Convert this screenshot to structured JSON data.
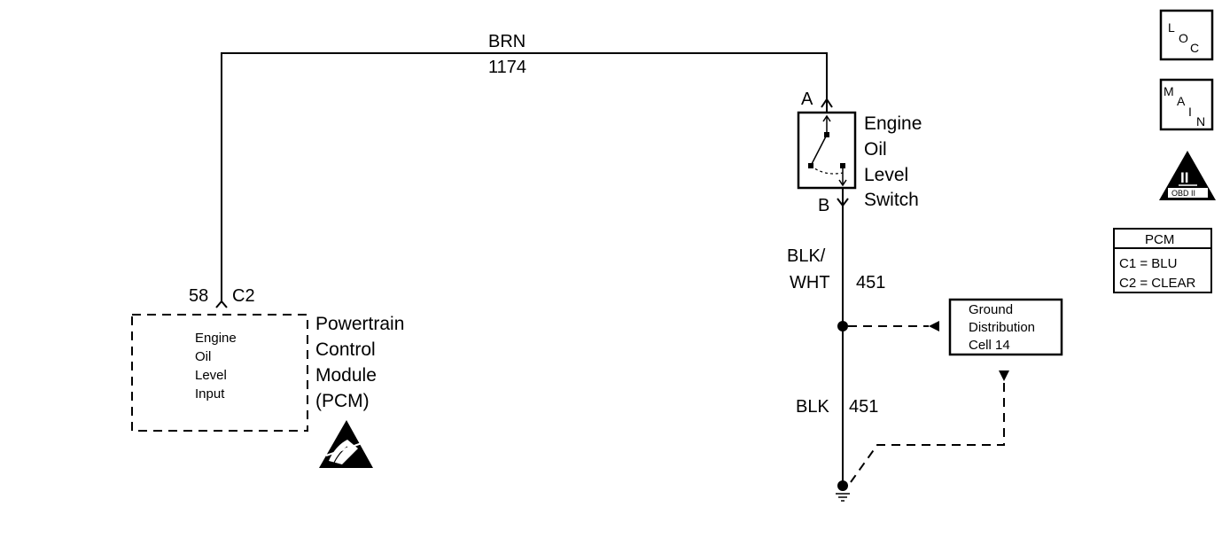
{
  "wires": {
    "top": {
      "color": "BRN",
      "circuit": "1174"
    },
    "switch_to_splice": {
      "color_line1": "BLK/",
      "color_line2": "WHT",
      "circuit": "451"
    },
    "splice_to_ground": {
      "color": "BLK",
      "circuit": "451"
    }
  },
  "connectors": {
    "pcm_pin": "58",
    "pcm_connector": "C2",
    "switch_terminal_a": "A",
    "switch_terminal_b": "B"
  },
  "pcm": {
    "name_lines": [
      "Powertrain",
      "Control",
      "Module",
      "(PCM)"
    ],
    "input_lines": [
      "Engine",
      "Oil",
      "Level",
      "Input"
    ],
    "esd_icon": "esd-sensitive-icon"
  },
  "switch": {
    "name_lines": [
      "Engine",
      "Oil",
      "Level",
      "Switch"
    ],
    "icon": "switch-contacts-icon"
  },
  "ground_ref": {
    "lines": [
      "Ground",
      "Distribution",
      "Cell 14"
    ]
  },
  "legend": {
    "loc": {
      "letters": [
        "L",
        "O",
        "C"
      ]
    },
    "main": {
      "letters": [
        "M",
        "A",
        "I",
        "N"
      ]
    },
    "obd": {
      "numeral": "II",
      "label": "OBD II",
      "icon": "obd-ii-triangle-icon"
    },
    "pcm_table": {
      "title": "PCM",
      "rows": [
        "C1 = BLU",
        "C2 = CLEAR"
      ]
    }
  }
}
